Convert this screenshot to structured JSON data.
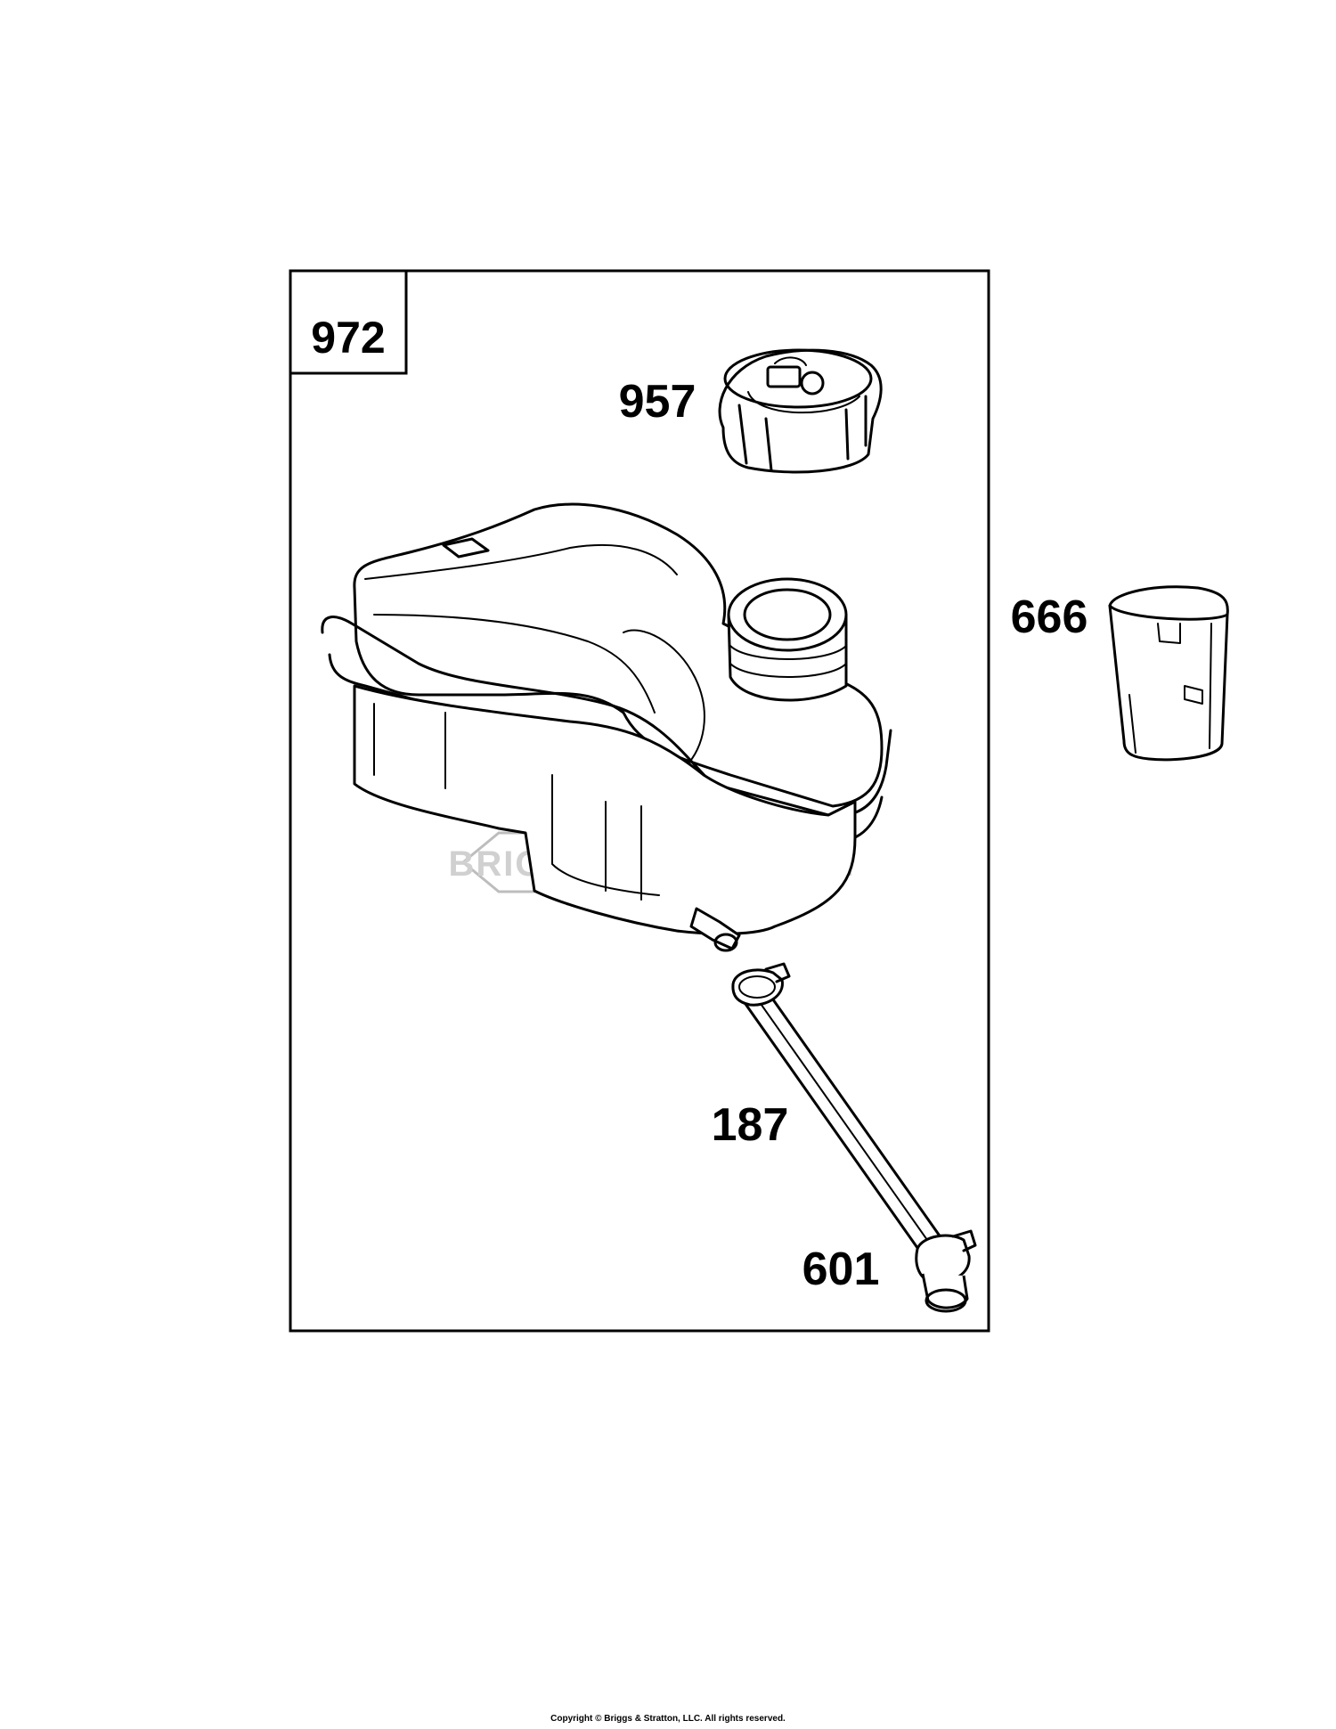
{
  "kit": {
    "number": "972"
  },
  "parts": [
    {
      "callout": "957",
      "name": "fuel-cap"
    },
    {
      "callout": "666",
      "name": "fuel-tank-spacer"
    },
    {
      "callout": "187",
      "name": "fuel-line"
    },
    {
      "callout": "601",
      "name": "hose-clamp"
    }
  ],
  "watermark": {
    "text": "BRIGGS & STRATTON"
  },
  "footer": {
    "copyright": "Copyright © Briggs & Stratton, LLC. All rights reserved."
  }
}
